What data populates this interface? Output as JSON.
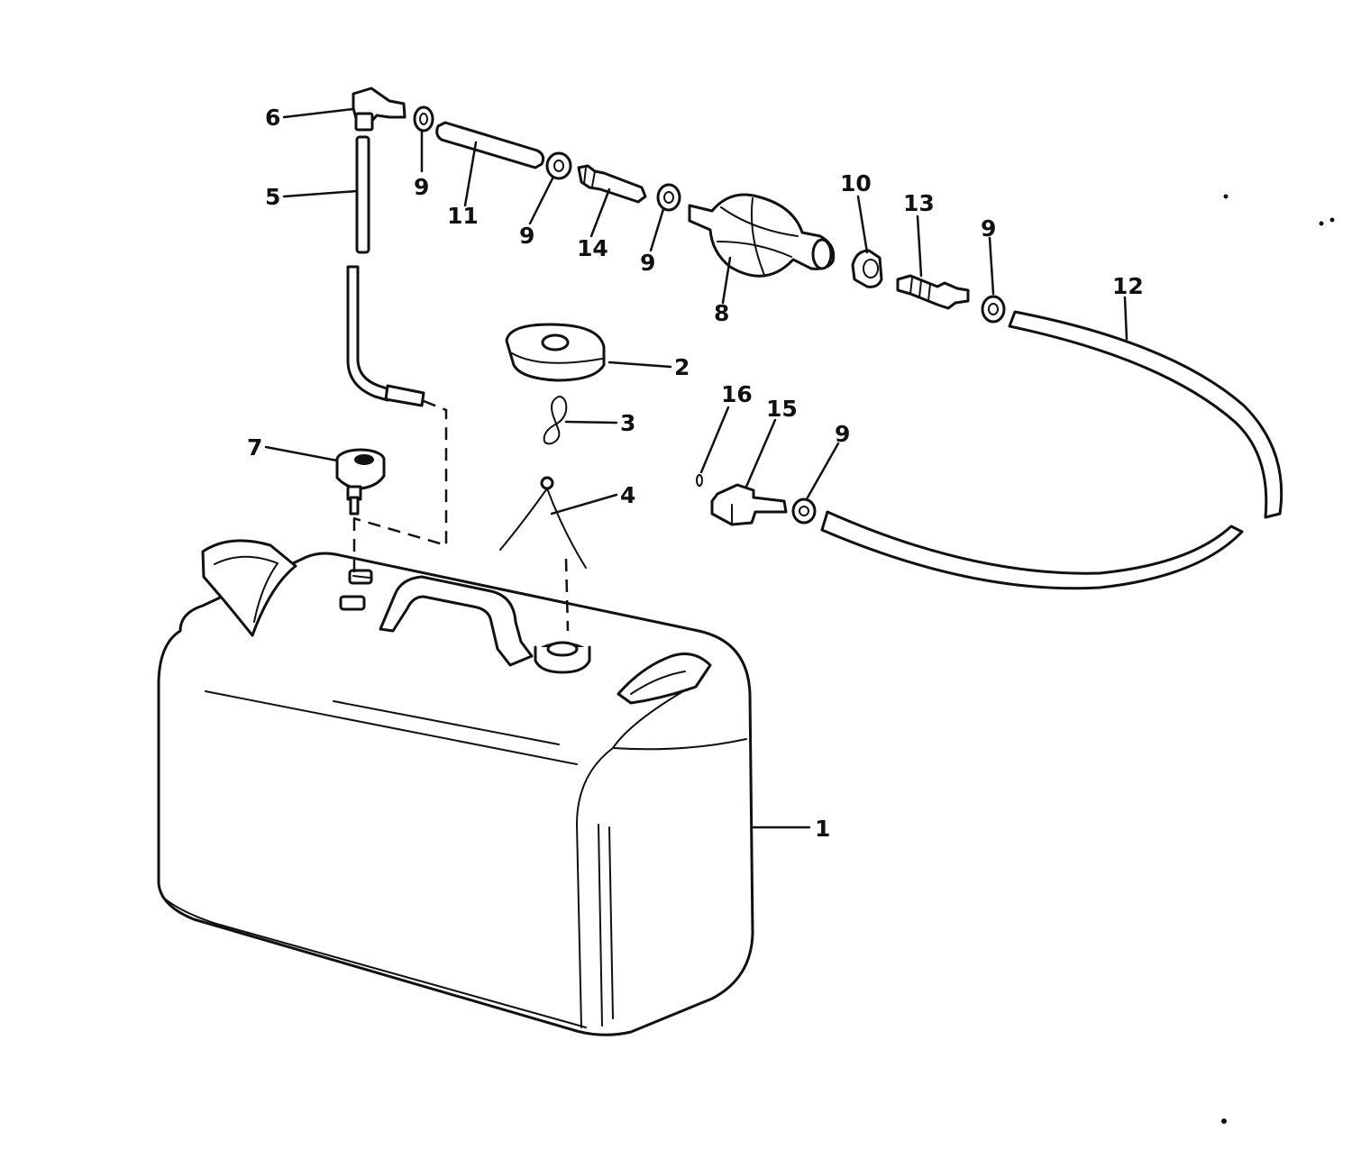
{
  "callouts": [
    "1",
    "2",
    "3",
    "4",
    "5",
    "6",
    "7",
    "8",
    "9",
    "10",
    "11",
    "12",
    "13",
    "14",
    "15",
    "16"
  ],
  "colors": {
    "ink": "#111111",
    "paper": "#ffffff"
  }
}
